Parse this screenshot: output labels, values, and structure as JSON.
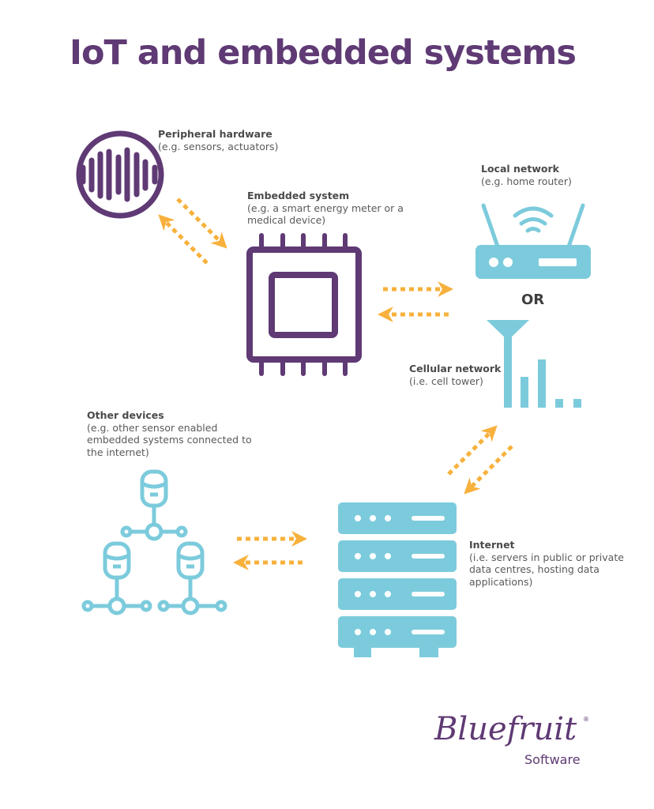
{
  "title": "IoT and embedded systems",
  "nodes": {
    "peripheral": {
      "title": "Peripheral hardware",
      "desc": "(e.g. sensors, actuators)"
    },
    "embedded": {
      "title": "Embedded system",
      "desc1": "(e.g. a smart energy meter or a",
      "desc2": "medical device)"
    },
    "local": {
      "title": "Local network",
      "desc": "(e.g. home router)"
    },
    "or": "OR",
    "cellular": {
      "title": "Cellular network",
      "desc": "(i.e. cell tower)"
    },
    "other": {
      "title": "Other devices",
      "desc1": "(e.g. other sensor enabled",
      "desc2": "embedded systems connected to",
      "desc3": "the internet)"
    },
    "internet": {
      "title": "Internet",
      "desc1": "(i.e. servers in public or private",
      "desc2": "data centres, hosting data",
      "desc3": "applications)"
    }
  },
  "logo": {
    "name": "Bluefruit",
    "sub": "Software",
    "reg": "®"
  },
  "colors": {
    "purple": "#5f3a74",
    "blue": "#7ccbdc",
    "orange": "#f7b13c"
  }
}
